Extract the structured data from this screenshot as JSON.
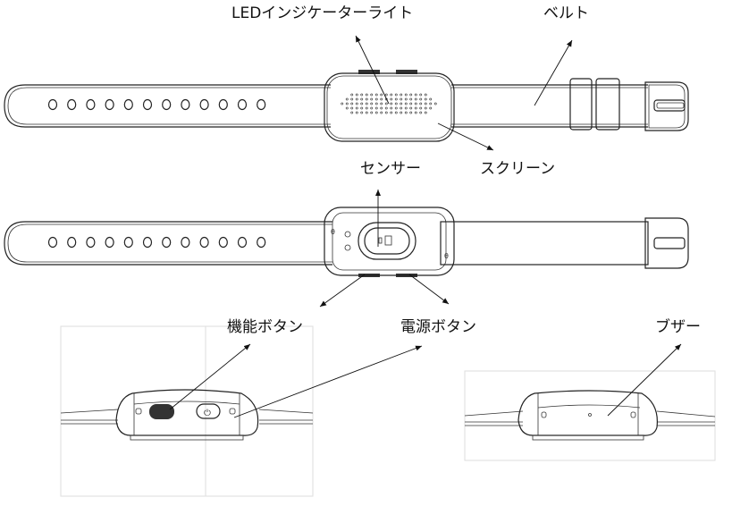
{
  "labels": {
    "led_indicator": "LEDインジケーターライト",
    "belt": "ベルト",
    "sensor": "センサー",
    "screen": "スクリーン",
    "function_button": "機能ボタン",
    "power_button": "電源ボタン",
    "buzzer": "ブザー"
  }
}
